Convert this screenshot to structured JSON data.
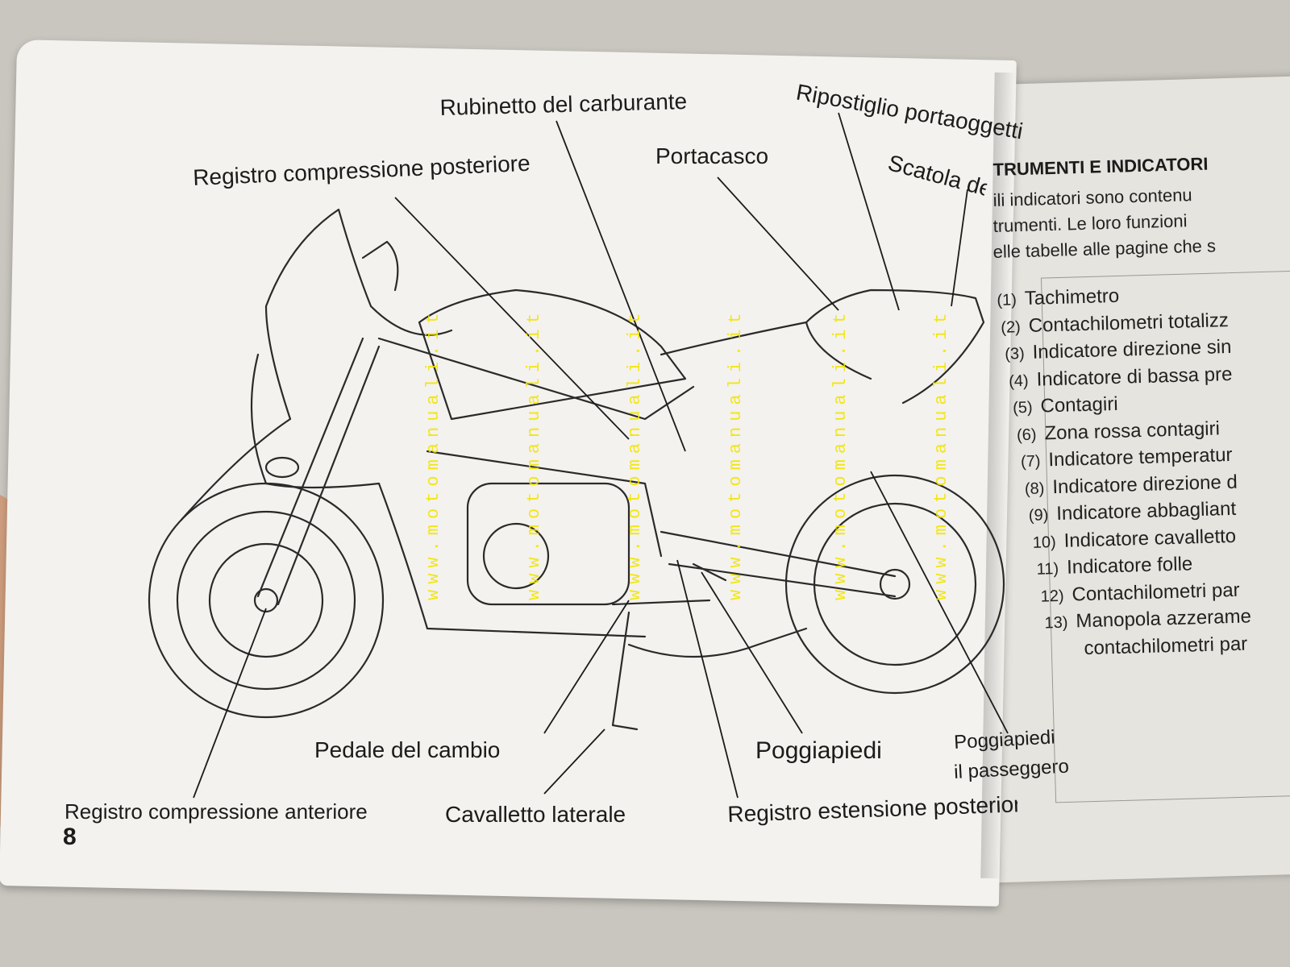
{
  "page_number": "8",
  "labels": {
    "rubinetto": "Rubinetto del carburante",
    "ripostiglio": "Ripostiglio portaoggetti",
    "portacasco": "Portacasco",
    "scatola": "Scatola degli attrezzi",
    "registro_compressione_posteriore": "Registro compressione posteriore",
    "pedale_cambio": "Pedale del cambio",
    "poggiapiedi": "Poggiapiedi",
    "poggiapiedi_passeggero_1": "Poggiapiedi",
    "poggiapiedi_passeggero_2": "il passeggero",
    "registro_compressione_anteriore": "Registro compressione anteriore",
    "cavalletto": "Cavalletto laterale",
    "registro_estensione": "Registro estensione posteriore"
  },
  "watermark": "www.motomanuali.it",
  "right_page": {
    "title": "TRUMENTI E INDICATORI",
    "intro": [
      "ili indicatori sono contenu",
      "trumenti. Le loro funzioni",
      "elle tabelle alle pagine che s"
    ],
    "items": [
      {
        "num": "(1)",
        "text": "Tachimetro"
      },
      {
        "num": "(2)",
        "text": "Contachilometri totalizz"
      },
      {
        "num": "(3)",
        "text": "Indicatore direzione sin"
      },
      {
        "num": "(4)",
        "text": "Indicatore di bassa pre"
      },
      {
        "num": "(5)",
        "text": "Contagiri"
      },
      {
        "num": "(6)",
        "text": "Zona rossa contagiri"
      },
      {
        "num": "(7)",
        "text": "Indicatore temperatur"
      },
      {
        "num": "(8)",
        "text": "Indicatore direzione d"
      },
      {
        "num": "(9)",
        "text": "Indicatore abbagliant"
      },
      {
        "num": "10)",
        "text": "Indicatore cavalletto"
      },
      {
        "num": "11)",
        "text": "Indicatore folle"
      },
      {
        "num": "12)",
        "text": "Contachilometri par"
      },
      {
        "num": "13)",
        "text": "Manopola azzerame"
      },
      {
        "num": "",
        "text": "contachilometri par"
      }
    ]
  }
}
